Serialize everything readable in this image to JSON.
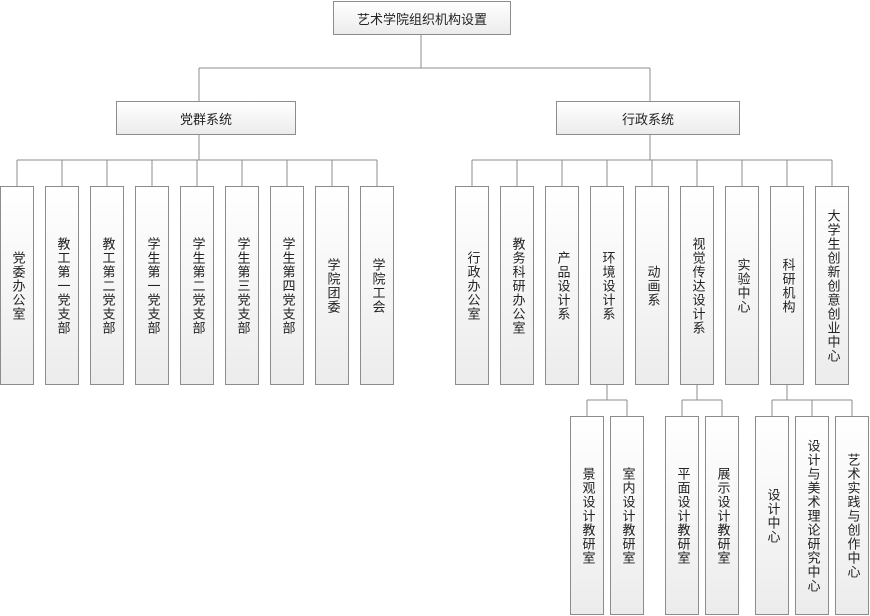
{
  "root": "艺术学院组织机构设置",
  "party": {
    "label": "党群系统",
    "units": [
      "党委办公室",
      "教工第一党支部",
      "教工第二党支部",
      "学生第一党支部",
      "学生第二党支部",
      "学生第三党支部",
      "学生第四党支部",
      "学院团委",
      "学院工会"
    ]
  },
  "admin": {
    "label": "行政系统",
    "units": [
      "行政办公室",
      "教务科研办公室",
      "产品设计系",
      "环境设计系",
      "动画系",
      "视觉传达设计系",
      "实验中心",
      "科研机构",
      "大学生创新创意创业中心"
    ],
    "sub_env": [
      "景观设计教研室",
      "室内设计教研室"
    ],
    "sub_visual": [
      "平面设计教研室",
      "展示设计教研室"
    ],
    "sub_research": [
      "设计中心",
      "设计与美术理论研究中心",
      "艺术实践与创作中心"
    ]
  }
}
